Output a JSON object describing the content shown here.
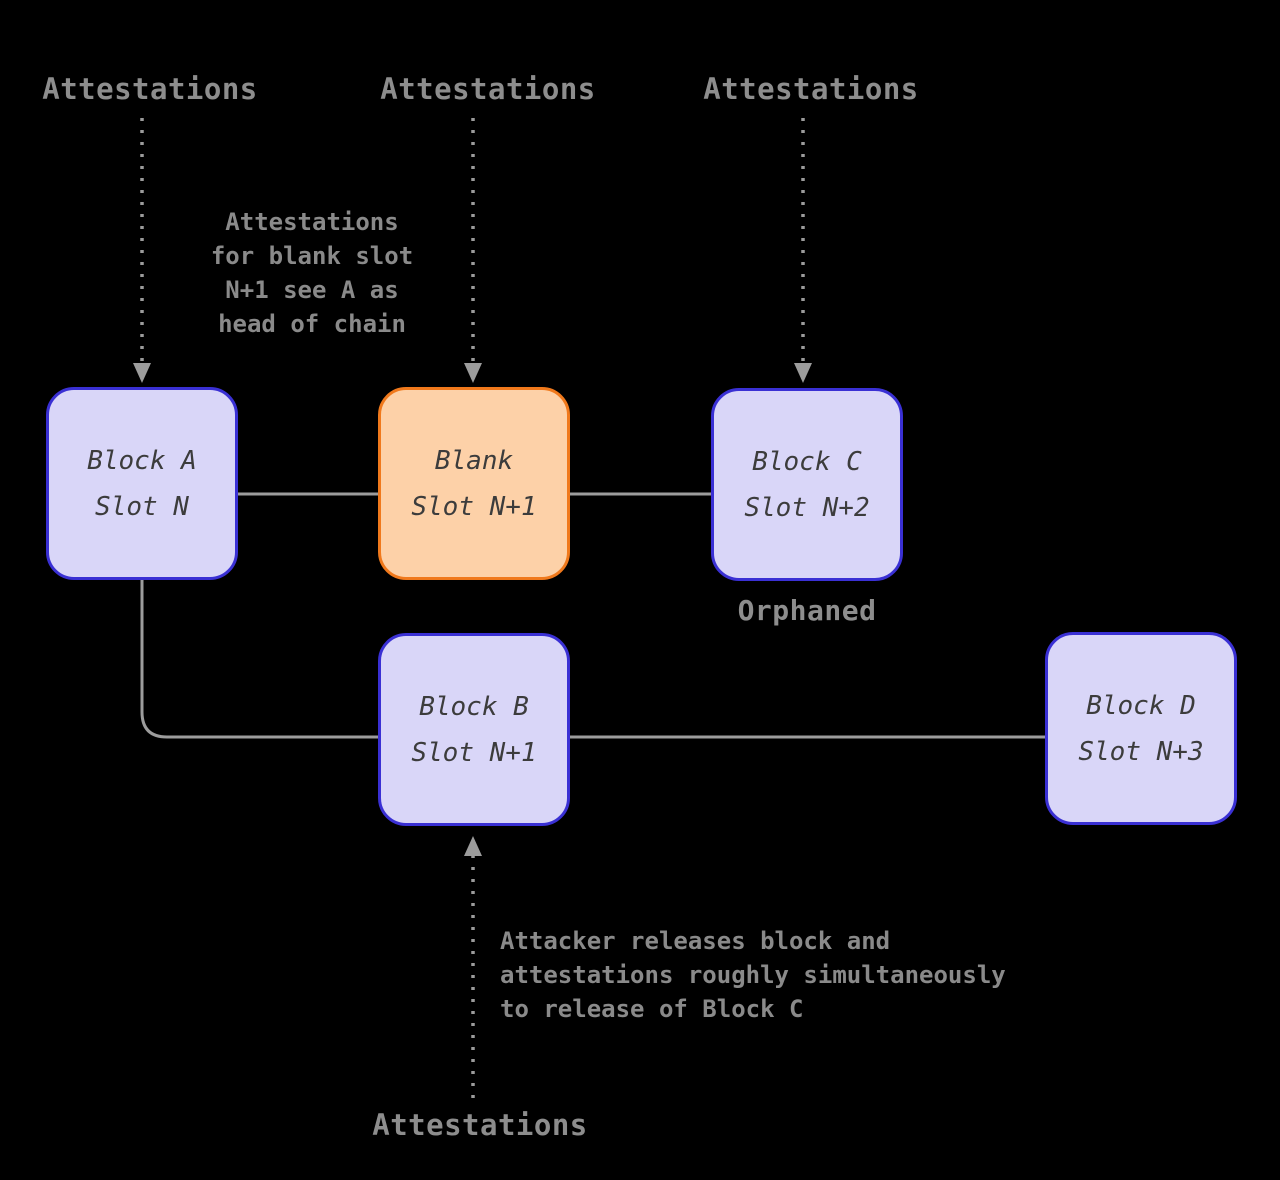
{
  "labels": {
    "attestations_a": "Attestations",
    "attestations_blank": "Attestations",
    "attestations_c": "Attestations",
    "attestations_b": "Attestations",
    "orphaned": "Orphaned"
  },
  "annotations": {
    "blank_slot_note": "Attestations\nfor blank slot\nN+1 see A as\nhead of chain",
    "attacker_note": "Attacker releases block and\nattestations roughly simultaneously\nto release of Block C"
  },
  "blocks": {
    "a": {
      "title": "Block A",
      "slot": "Slot N"
    },
    "blank": {
      "title": "Blank",
      "slot": "Slot N+1"
    },
    "c": {
      "title": "Block C",
      "slot": "Slot N+2"
    },
    "b": {
      "title": "Block B",
      "slot": "Slot N+1"
    },
    "d": {
      "title": "Block D",
      "slot": "Slot N+3"
    }
  },
  "colors": {
    "background": "#000000",
    "block_fill": "#d9d6f8",
    "block_border": "#3a30d4",
    "blank_fill": "#fdd1a8",
    "blank_border": "#f0791c",
    "line_gray": "#9c9c9c",
    "label_gray": "#8d8d8d",
    "note_gray": "#8a8a8a",
    "block_text": "#3c3c3c"
  }
}
